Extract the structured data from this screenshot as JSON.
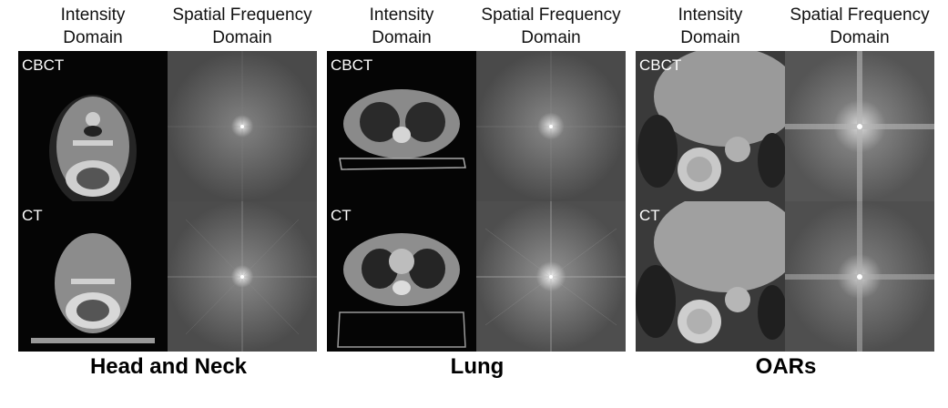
{
  "column_headers": {
    "intensity": "Intensity\nDomain",
    "frequency": "Spatial Frequency\nDomain"
  },
  "row_labels": {
    "cbct": "CBCT",
    "ct": "CT"
  },
  "groups": [
    {
      "title": "Head and Neck"
    },
    {
      "title": "Lung"
    },
    {
      "title": "OARs"
    }
  ]
}
